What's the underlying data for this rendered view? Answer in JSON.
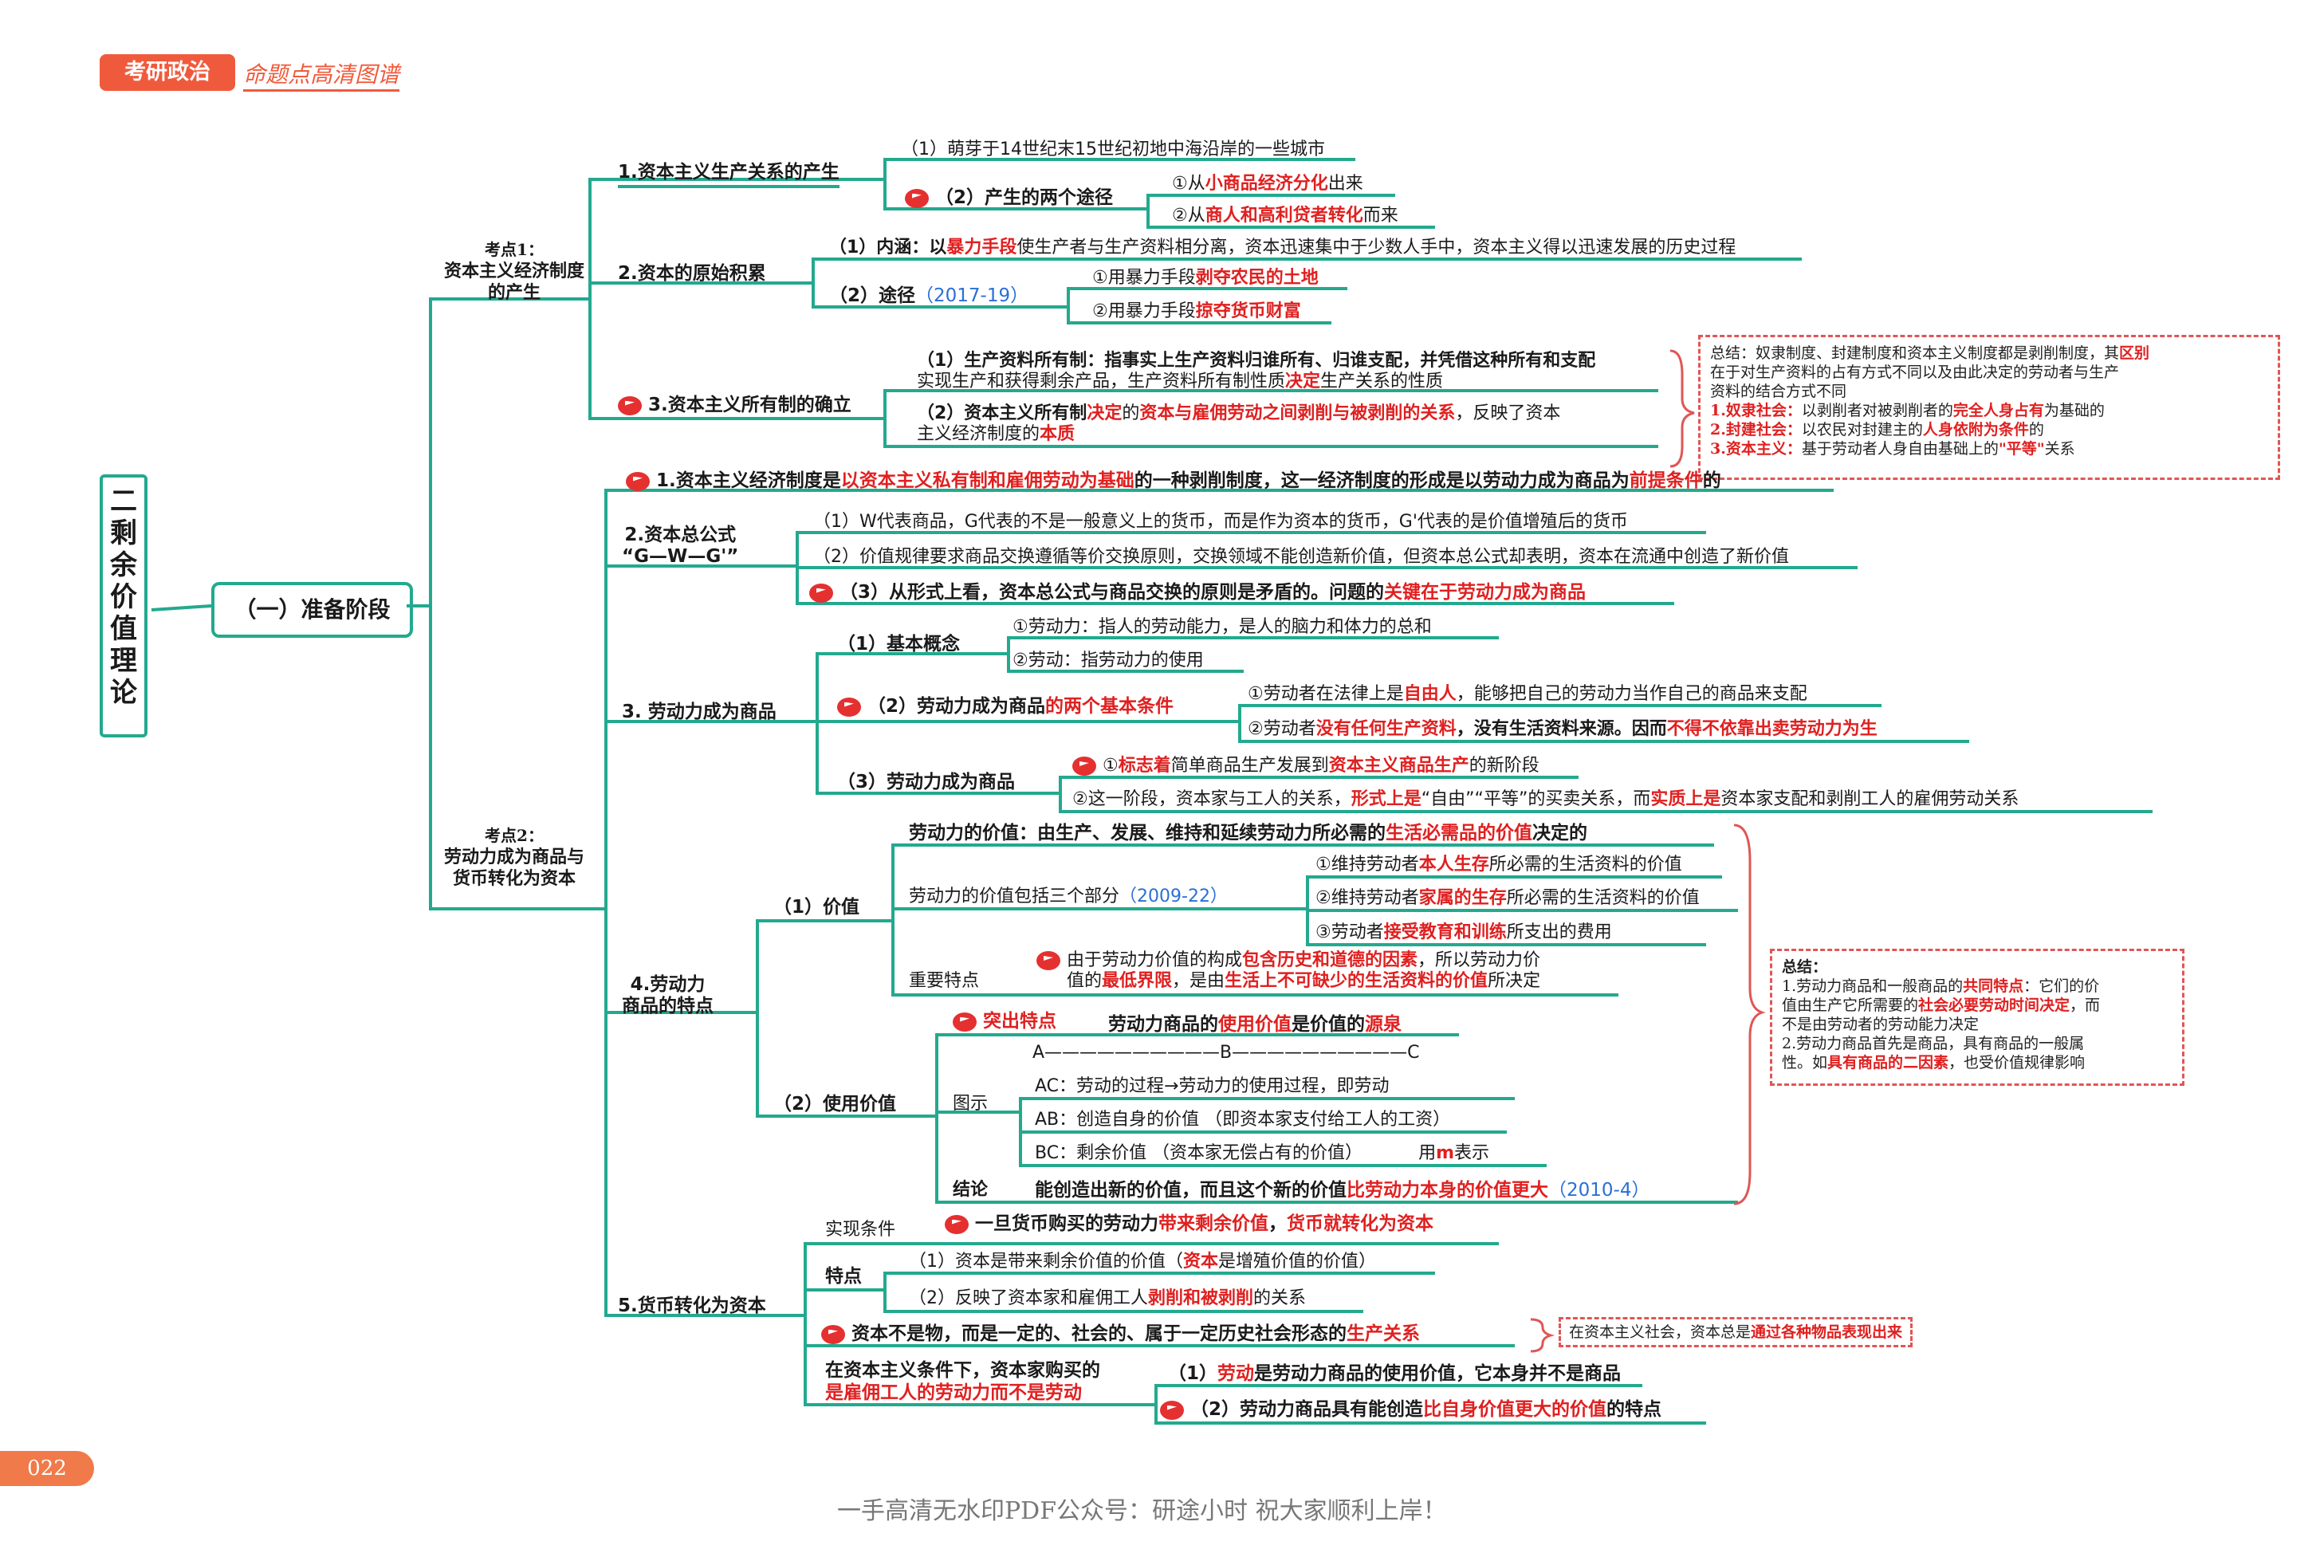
{
  "header": {
    "tag": "考研政治",
    "subtitle": "命题点高清图谱"
  },
  "page_number": "022",
  "footer": "一手高清无水印PDF公众号：研途小时 祝大家顺利上岸！",
  "root": {
    "title": "二 剩余价值理论",
    "stage": "（一）准备阶段"
  },
  "kp1": {
    "title": "考点1：",
    "name": "资本主义经济制度的产生"
  },
  "kp2": {
    "title": "考点2：",
    "name": "劳动力成为商品与货币转化为资本"
  },
  "s1": {
    "h": "1.资本主义生产关系的产生",
    "a": "（1）萌芽于14世纪末15世纪初地中海沿岸的一些城市",
    "b": "（2）产生的两个途径",
    "b1a": "①从",
    "b1r": "小商品经济分化",
    "b1c": "出来",
    "b2a": "②从",
    "b2r": "商人和高利贷者转化",
    "b2c": "而来"
  },
  "s2": {
    "h": "2.资本的原始积累",
    "a1": "（1）内涵：以",
    "ar": "暴力手段",
    "a2": "使生产者与生产资料相分离，资本迅速集中于少数人手中，资本主义得以迅速发展的历史过程",
    "b": "（2）途径",
    "bb": "（2017-19）",
    "b1a": "①用暴力手段",
    "b1r": "剥夺农民的土地",
    "b2a": "②用暴力手段",
    "b2r": "掠夺货币财富"
  },
  "s3": {
    "h": "3.资本主义所有制的确立",
    "a1": "（1）生产资料所有制：指事实上生产资料归谁所有、归谁支配，并凭借这种所有和支配",
    "a2": "实现生产和获得剩余产品，生产资料所有制性质",
    "ar": "决定",
    "a3": "生产关系的性质",
    "b1": "（2）资本主义所有制",
    "br1": "决定",
    "b2": "的",
    "br2": "资本与雇佣劳动之间剥削与被剥削的关系",
    "b3": "，反映了资本",
    "b4": "主义经济制度的",
    "br3": "本质"
  },
  "note1": {
    "l1": "总结：奴隶制度、封建制度和资本主义制度都是剥削制度，其",
    "l1r": "区别",
    "l2": "在于对生产资料的占有方式不同以及由此决定的劳动者与生产",
    "l3": "资料的结合方式不同",
    "l4r": "1.奴隶社会：",
    "l4": "以剥削者对被剥削者的",
    "l4r2": "完全人身占有",
    "l4b": "为基础的",
    "l5r": "2.封建社会：",
    "l5": "以农民对封建主的",
    "l5r2": "人身依附为条件",
    "l5b": "的",
    "l6r": "3.资本主义：",
    "l6": "基于劳动者人身自由基础上的",
    "l6r2": "\"平等\"",
    "l6b": "关系"
  },
  "p1": {
    "a": "1.资本主义经济制度是",
    "r": "以资本主义私有制和雇佣劳动为基础",
    "b": "的一种剥削制度，这一经济制度的形成是以劳动力成为商品为",
    "r2": "前提条件",
    "c": "的"
  },
  "p2": {
    "h1": "2.资本总公式",
    "h2": "“G—W—G'”",
    "a": "（1）W代表商品，G代表的不是一般意义上的货币，而是作为资本的货币，G'代表的是价值增殖后的货币",
    "b": "（2）价值规律要求商品交换遵循等价交换原则，交换领域不能创造新价值，但资本总公式却表明，资本在流通中创造了新价值",
    "c": "（3）从形式上看，资本总公式与商品交换的原则是矛盾的。问题的",
    "cr": "关键在于劳动力成为商品"
  },
  "p3": {
    "h": "3. 劳动力成为商品",
    "a": "（1）基本概念",
    "a1": "①劳动力：指人的劳动能力，是人的脑力和体力的总和",
    "a2": "②劳动：指劳动力的使用",
    "b": "（2）劳动力成为商品",
    "br": "的两个基本条件",
    "b1a": "①劳动者在法律上是",
    "b1r": "自由人",
    "b1b": "，能够把自己的劳动力当作自己的商品来支配",
    "b2a": "②劳动者",
    "b2r": "没有任何生产资料",
    "b2b": "，没有生活资料来源。因而",
    "b2r2": "不得不依靠出卖劳动力为生",
    "c": "（3）劳动力成为商品",
    "c1a": "①",
    "c1r": "标志着",
    "c1b": "简单商品生产发展到",
    "c1r2": "资本主义商品生产",
    "c1c": "的新阶段",
    "c2a": "②这一阶段，资本家与工人的关系，",
    "c2r": "形式上是",
    "c2b": "“自由”“平等”的买卖关系，而",
    "c2r2": "实质上是",
    "c2c": "资本家支配和剥削工人的雇佣劳动关系"
  },
  "p4": {
    "h1": "4.劳动力",
    "h2": "商品的特点",
    "v": "（1）价值",
    "v1a": "劳动力的价值：由生产、发展、维持和延续劳动力所必需的",
    "v1r": "生活必需品的价值",
    "v1b": "决定的",
    "v2": "劳动力的价值包括三个部分",
    "v2b": "（2009-22）",
    "v2a1": "①维持劳动者",
    "v2r1": "本人生存",
    "v2b1": "所必需的生活资料的价值",
    "v2a2": "②维持劳动者",
    "v2r2": "家属的生存",
    "v2b2": "所必需的生活资料的价值",
    "v2a3": "③劳动者",
    "v2r3": "接受教育和训练",
    "v2b3": "所支出的费用",
    "v3": "重要特点",
    "v3a": "由于劳动力价值的构成",
    "v3r": "包含历史和道德的因素",
    "v3b": "，所以劳动力价",
    "v3c": "值的",
    "v3r2": "最低界限",
    "v3d": "，是由",
    "v3r3": "生活上不可缺少的生活资料的价值",
    "v3e": "所决定",
    "u": "（2）使用价值",
    "u1": "突出特点",
    "u1a": "劳动力商品的",
    "u1r": "使用价值",
    "u1b": "是价值的",
    "u1r2": "源泉",
    "u2": "图示",
    "line": "A——————————B——————————C",
    "ac": "AC：劳动的过程→劳动力的使用过程，即劳动",
    "ab": "AB：创造自身的价值 （即资本家支付给工人的工资）",
    "bc": "BC：剩余价值 （资本家无偿占有的价值）",
    "bc2": "用",
    "bcr": "m",
    "bc3": "表示",
    "u3": "结论",
    "u3a": "能创造出新的价值，而且这个新的价值",
    "u3r": "比劳动力本身的价值更大",
    "u3b": "（2010-4）"
  },
  "note2": {
    "l1": "总结：",
    "l2": "1.劳动力商品和一般商品的",
    "l2r": "共同特点",
    "l2b": "：它们的价",
    "l3": "值由生产它所需要的",
    "l3r": "社会必要劳动时间决定",
    "l3b": "，而",
    "l4": "不是由劳动者的劳动能力决定",
    "l5": "2.劳动力商品首先是商品，具有商品的一般属",
    "l6": "性。如",
    "l6r": "具有商品的二因素",
    "l6b": "，也受价值规律影响"
  },
  "p5": {
    "h": "5.货币转化为资本",
    "c": "实现条件",
    "ca": "一旦货币购买的劳动力",
    "cr": "带来剩余价值",
    "cb": "，",
    "cr2": "货币就转化为资本",
    "f": "特点",
    "f1a": "（1）资本是带来剩余价值的价值（",
    "f1r": "资本",
    "f1b": "是增殖价值的价值）",
    "f2a": "（2）反映了资本家和雇佣工人",
    "f2r": "剥削和被剥削",
    "f2b": "的关系",
    "g": "资本不是物，而是一定的、社会的、属于一定历史社会形态的",
    "gr": "生产关系",
    "gn": "在资本主义社会，资本总是",
    "gnr": "通过各种物品表现出来",
    "k1": "在资本主义条件下，资本家购买的",
    "k2r": "是雇佣工人的劳动力而不是劳动",
    "k1a": "（1）",
    "k1r": "劳动",
    "k1b": "是劳动力商品的使用价值，它本身并不是商品",
    "k2a": "（2）劳动力商品具有能创造",
    "k2r2": "比自身价值更大的价值",
    "k2b": "的特点"
  }
}
